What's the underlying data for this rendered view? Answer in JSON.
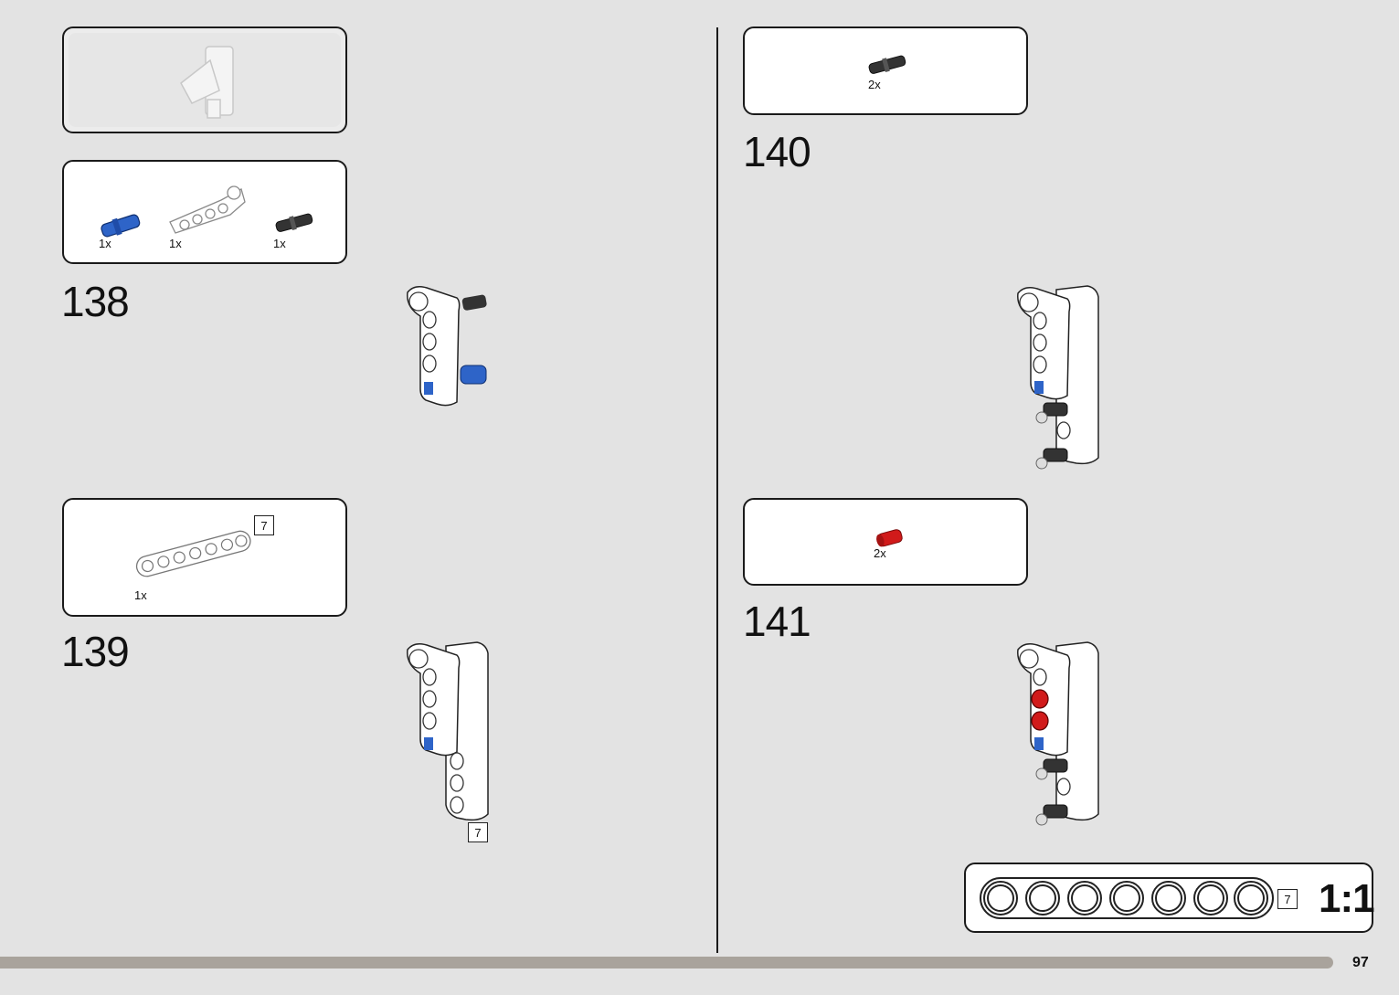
{
  "sub_assembly": {},
  "steps": [
    {
      "number": "138",
      "parts": [
        {
          "qty": "1x",
          "color": "#2e64c8",
          "icon": "blue-axle-pin-icon"
        },
        {
          "qty": "1x",
          "color": "#ffffff",
          "icon": "angled-beam-icon"
        },
        {
          "qty": "1x",
          "color": "#333333",
          "icon": "black-friction-pin-icon"
        }
      ]
    },
    {
      "number": "139",
      "parts": [
        {
          "qty": "1x",
          "color": "#ffffff",
          "icon": "beam-7-icon",
          "length": "7"
        }
      ],
      "callout_length": "7"
    },
    {
      "number": "140",
      "parts": [
        {
          "qty": "2x",
          "color": "#333333",
          "icon": "black-friction-pin-icon"
        }
      ]
    },
    {
      "number": "141",
      "parts": [
        {
          "qty": "2x",
          "color": "#d11a1a",
          "icon": "red-bush-icon"
        }
      ]
    }
  ],
  "scale_guide": {
    "length": "7",
    "label": "1:1"
  },
  "page_number": "97"
}
